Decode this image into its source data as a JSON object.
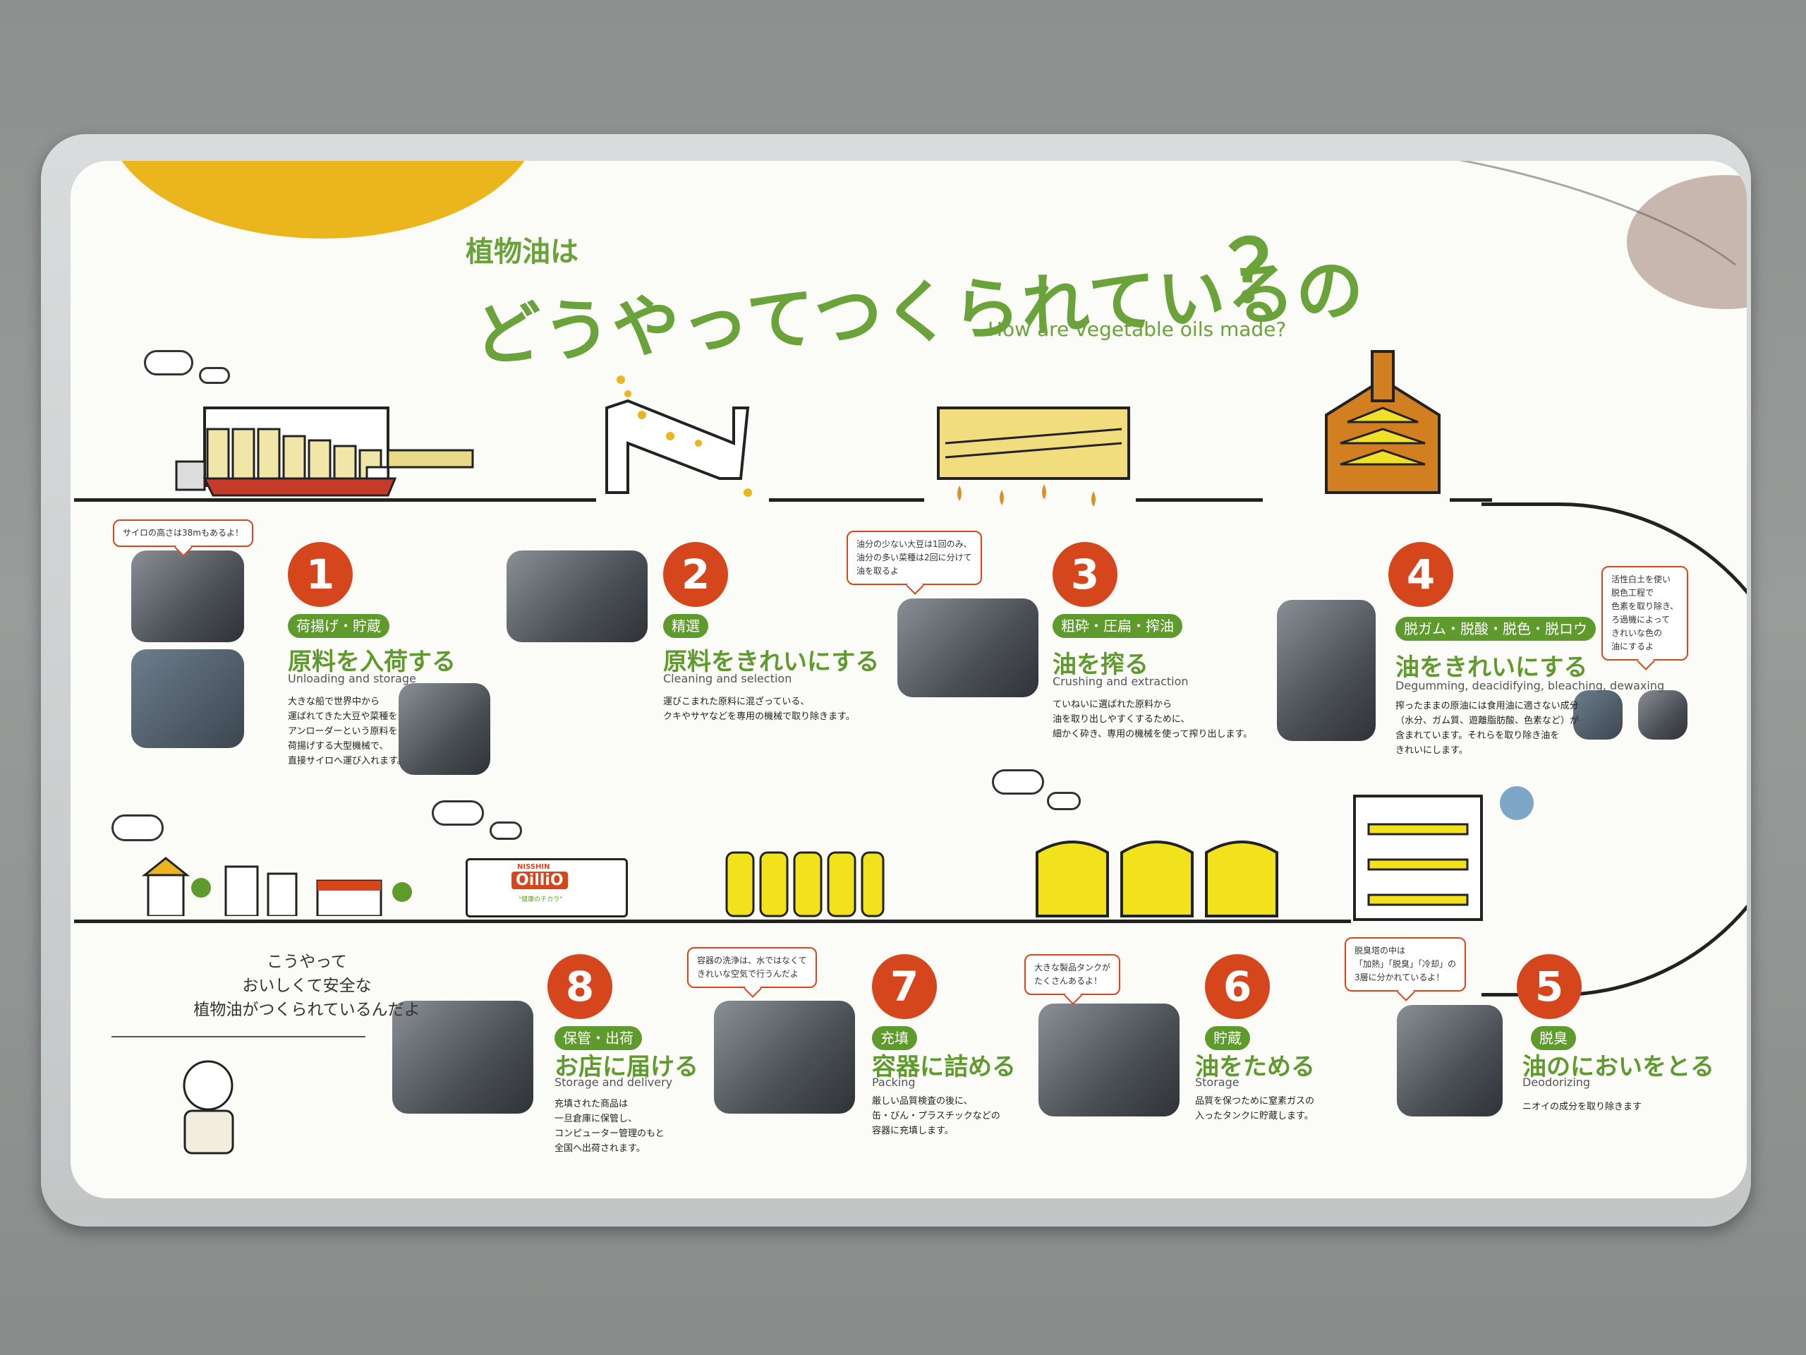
{
  "title": {
    "small": "植物油は",
    "big": "どうやってつくられているの",
    "question": "？",
    "english": "How are vegetable oils made?"
  },
  "steps": [
    {
      "num": "1",
      "tag": "荷揚げ・貯蔵",
      "title": "原料を入荷する",
      "en": "Unloading and storage",
      "desc": "大きな船で世界中から\n運ばれてきた大豆や菜種を\nアンローダーという原料を\n荷揚げする大型機械で、\n直接サイロへ運び入れます。",
      "bubble": "サイロの高さは38mもあるよ！"
    },
    {
      "num": "2",
      "tag": "精選",
      "title": "原料をきれいにする",
      "en": "Cleaning and selection",
      "desc": "運びこまれた原料に混ざっている、\nクキやサヤなどを専用の機械で取り除きます。"
    },
    {
      "num": "3",
      "tag": "粗砕・圧扁・搾油",
      "title": "油を搾る",
      "en": "Crushing and extraction",
      "desc": "ていねいに選ばれた原料から\n油を取り出しやすくするために、\n細かく砕き、専用の機械を使って搾り出します。",
      "bubble": "油分の少ない大豆は1回のみ、\n油分の多い菜種は2回に分けて\n油を取るよ"
    },
    {
      "num": "4",
      "tag": "脱ガム・脱酸・脱色・脱ロウ",
      "title": "油をきれいにする",
      "en": "Degumming, deacidifying, bleaching, dewaxing",
      "desc": "搾ったままの原油には食用油に適さない成分\n（水分、ガム質、遊離脂肪酸、色素など）が\n含まれています。それらを取り除き油を\nきれいにします。",
      "bubble": "活性白土を使い\n脱色工程で\n色素を取り除き、\nろ過機によって\nきれいな色の\n油にするよ"
    },
    {
      "num": "5",
      "tag": "脱臭",
      "title": "油のにおいをとる",
      "en": "Deodorizing",
      "desc": "ニオイの成分を取り除きます",
      "bubble": "脱臭塔の中は\n「加熱」「脱臭」「冷却」の\n3層に分かれているよ！"
    },
    {
      "num": "6",
      "tag": "貯蔵",
      "title": "油をためる",
      "en": "Storage",
      "desc": "品質を保つために窒素ガスの\n入ったタンクに貯蔵します。",
      "bubble": "大きな製品タンクが\nたくさんあるよ！"
    },
    {
      "num": "7",
      "tag": "充填",
      "title": "容器に詰める",
      "en": "Packing",
      "desc": "厳しい品質検査の後に、\n缶・びん・プラスチックなどの\n容器に充填します。",
      "bubble": "容器の洗浄は、水ではなくて\nきれいな空気で行うんだよ"
    },
    {
      "num": "8",
      "tag": "保管・出荷",
      "title": "お店に届ける",
      "en": "Storage and delivery",
      "desc": "充填された商品は\n一旦倉庫に保管し、\nコンピューター管理のもと\n全国へ出荷されます。"
    }
  ],
  "closing": "こうやって\nおいしくて安全な\n植物油がつくられているんだよ",
  "truck": {
    "brand_small": "NISSHIN",
    "brand": "OilliO",
    "slogan": "\"健康のチカラ\""
  },
  "colors": {
    "green": "#5e9a2c",
    "red": "#d6461c",
    "yellow": "#eab51d",
    "oil": "#f2e21b"
  }
}
